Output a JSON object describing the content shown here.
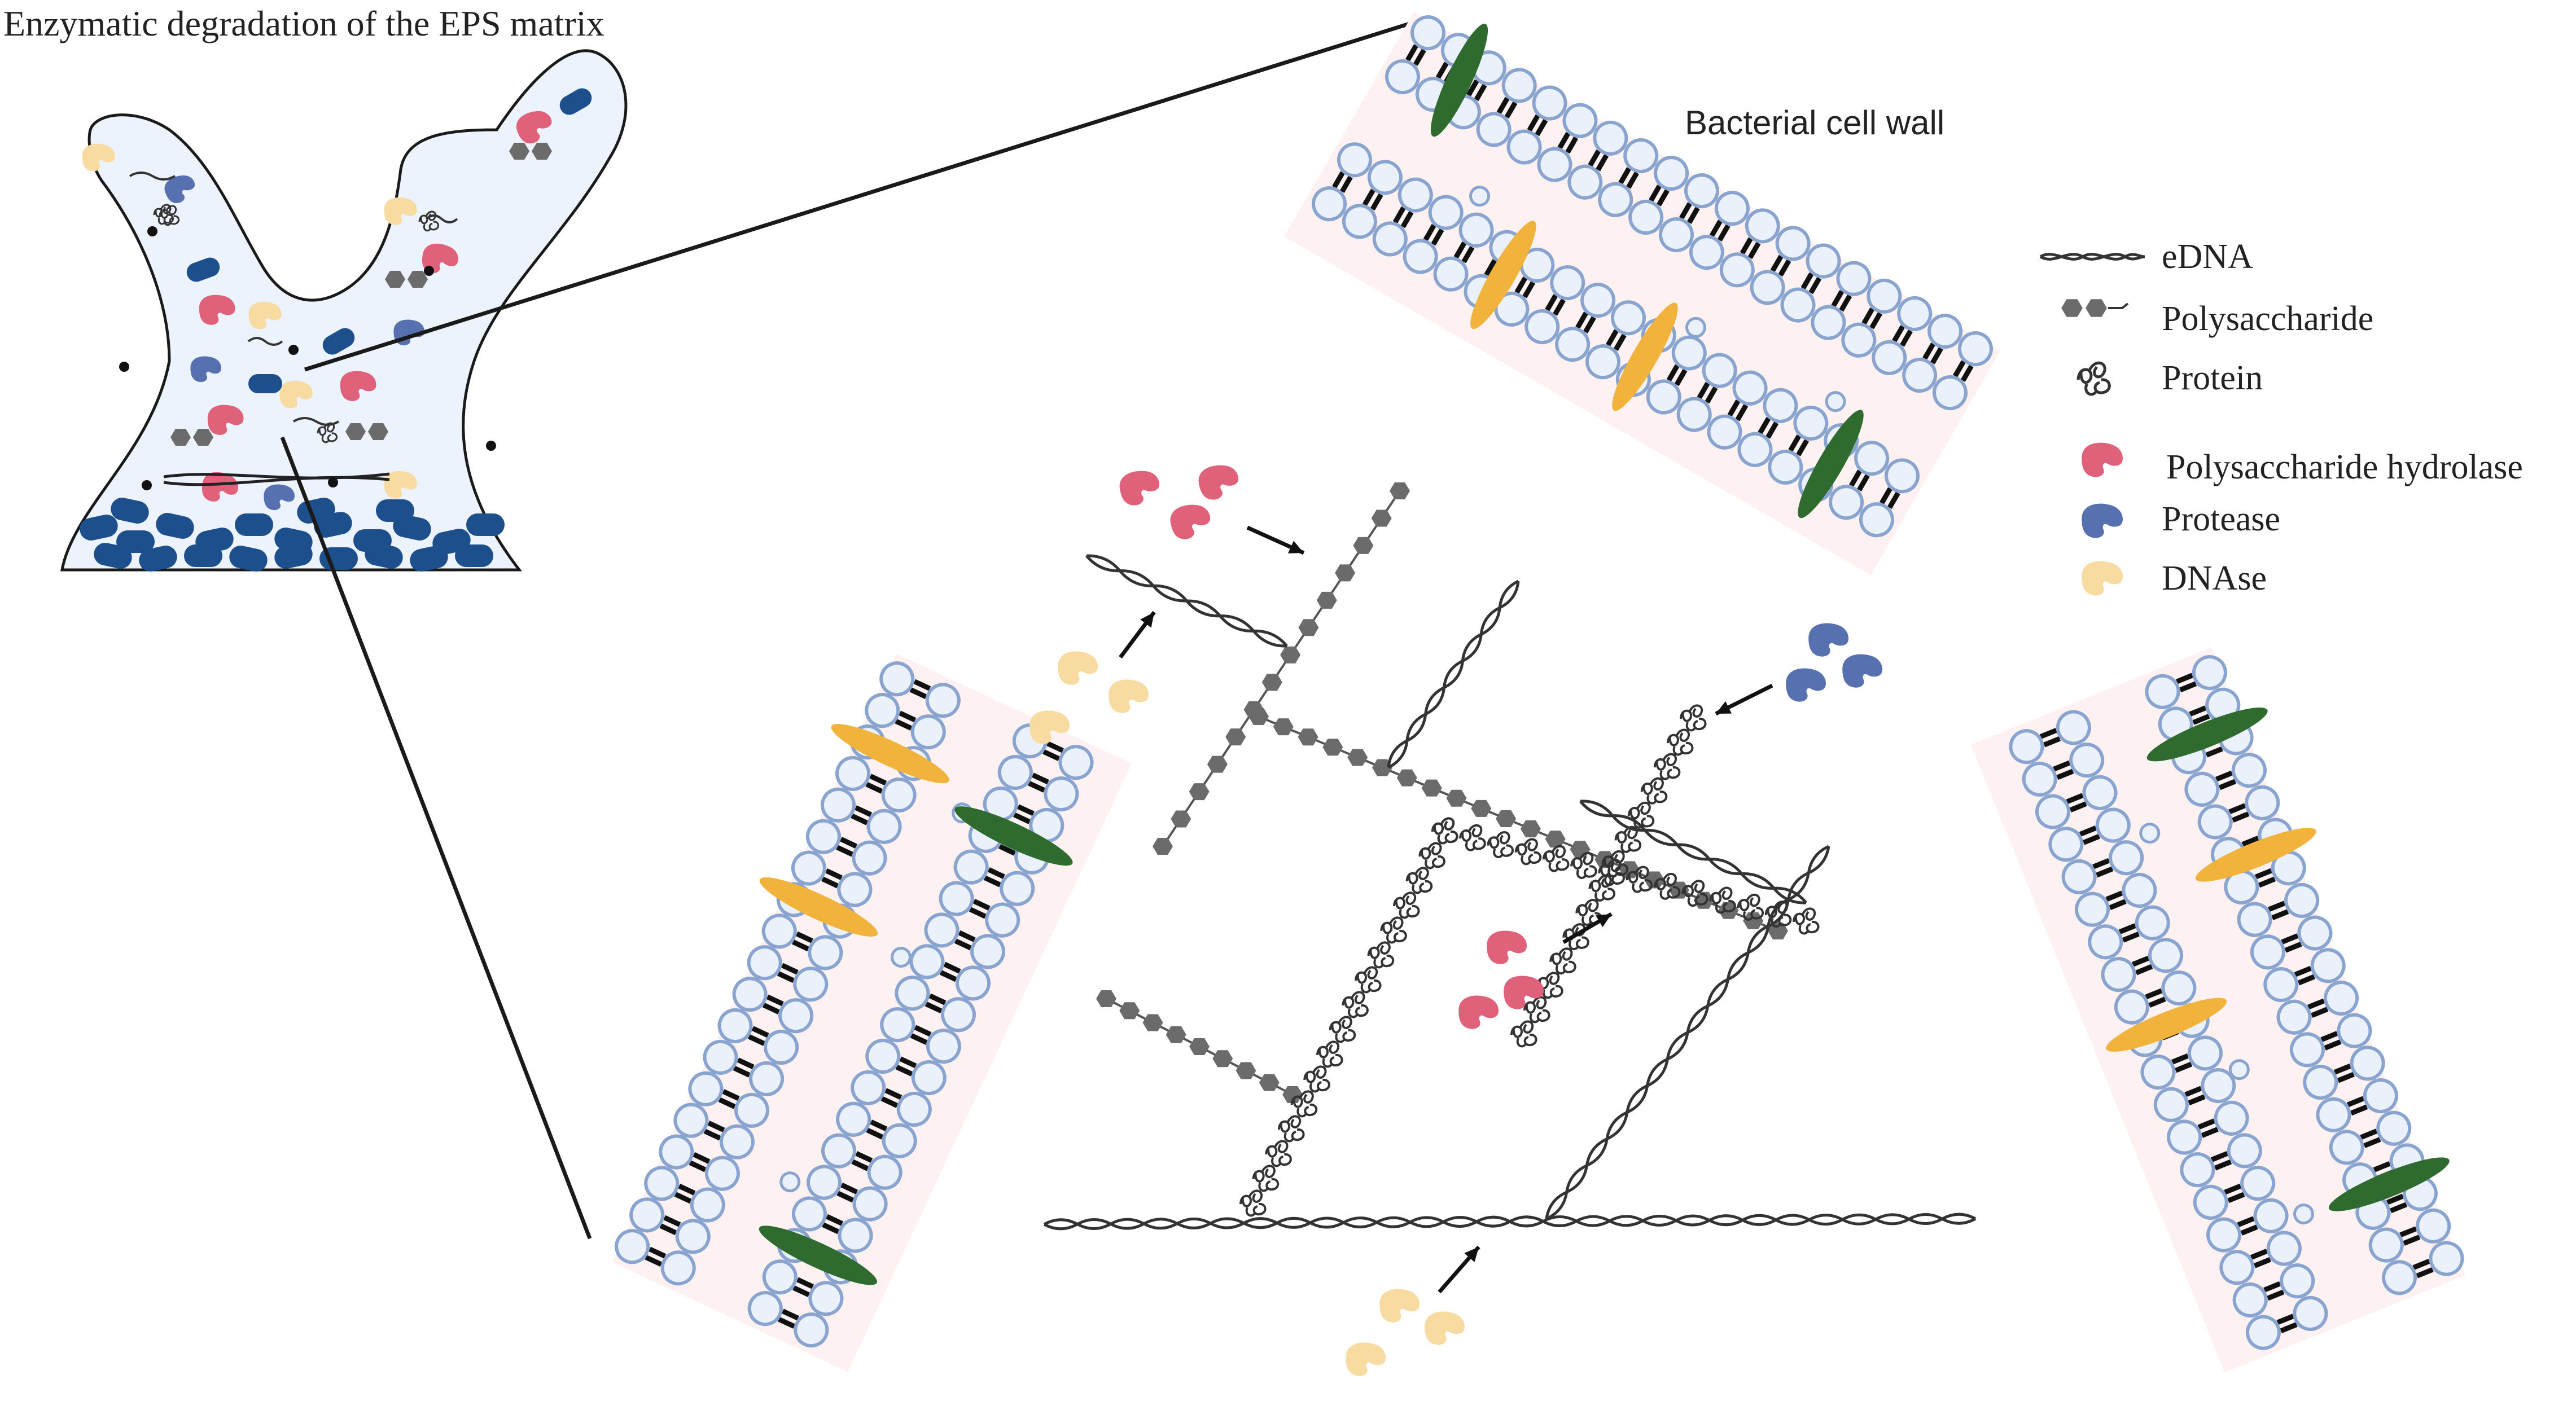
{
  "title": "Enzymatic degradation of the EPS matrix",
  "wall_label": "Bacterial cell wall",
  "legend": {
    "edna": "eDNA",
    "polysaccharide": "Polysaccharide",
    "protein": "Protein",
    "hydrolase": "Polysaccharide hydrolase",
    "protease": "Protease",
    "dnase": "DNAse"
  },
  "colors": {
    "hydrolase": "#e0627a",
    "protease": "#5770b0",
    "dnase": "#f7dba0",
    "bacteria": "#1d4f8c",
    "biofilm_fill": "#ecf3fc",
    "head_fill": "#eaf1fa",
    "head_stroke": "#8aa4d0",
    "membrane_tint": "#fdf1f1",
    "orange_protein": "#f2b33d",
    "green_protein": "#2f6b2f",
    "polysaccharide": "#6b6b6b",
    "dna": "#333333"
  }
}
